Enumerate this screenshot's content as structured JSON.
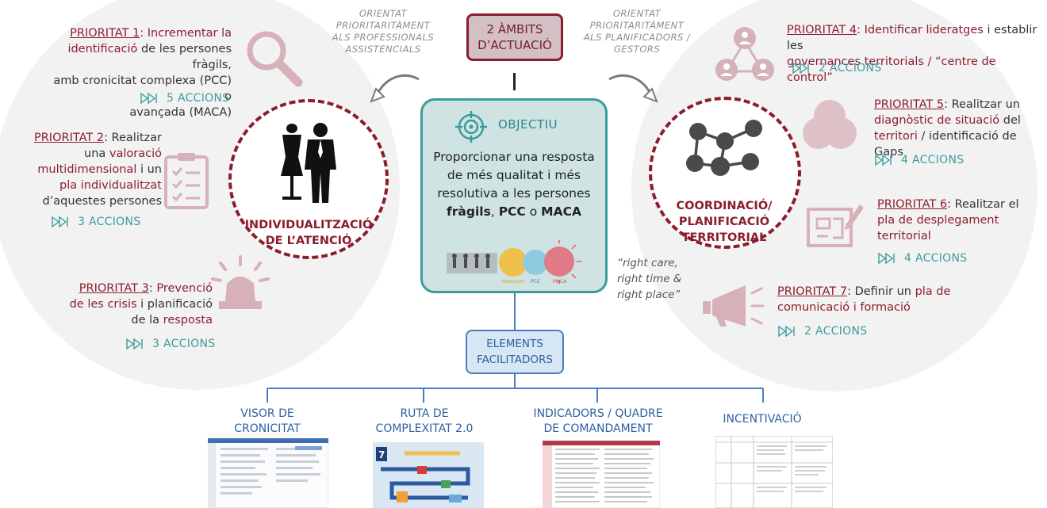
{
  "header": {
    "left_orientation": [
      "ORIENTAT",
      "PRIORITARITÀMENT",
      "ALS PROFESSIONALS",
      "ASSISTENCIALS"
    ],
    "center_box": [
      "2 ÀMBITS",
      "D’ACTUACIÓ"
    ],
    "right_orientation": [
      "ORIENTAT",
      "PRIORITARITÀMENT",
      "ALS PLANIFICADORS /",
      "GESTORS"
    ]
  },
  "objective": {
    "title": "OBJECTIU",
    "text_parts": [
      {
        "t": "Proporcionar una ",
        "b": false
      },
      {
        "t": "resposta de més qualitat i més resolutiva",
        "b": false
      },
      {
        "t": " a les persones ",
        "b": false
      },
      {
        "t": "fràgils",
        "b": true
      },
      {
        "t": ", ",
        "b": false
      },
      {
        "t": "PCC",
        "b": true
      },
      {
        "t": " o ",
        "b": false
      },
      {
        "t": "MACA",
        "b": true
      }
    ],
    "img_labels": {
      "a": "FRAGILITAT",
      "b": "PCC",
      "c": "MACA"
    }
  },
  "left_circle": {
    "label": [
      "INDIVIDUALITZACIÓ",
      "DE L’ATENCIÓ"
    ]
  },
  "right_circle": {
    "label": [
      "COORDINACIÓ/",
      "PLANIFICACIÓ",
      "TERRITORIAL"
    ]
  },
  "priorities": {
    "p1": {
      "head": "PRIORITAT 1",
      "lines": [
        [
          {
            "t": "PRIORITAT 1",
            "c": "head"
          },
          {
            "t": ": Incrementar la",
            "c": "hl"
          }
        ],
        [
          {
            "t": "identificació",
            "c": "hl"
          },
          {
            "t": " de les persones fràgils,",
            "c": ""
          }
        ],
        [
          {
            "t": "amb cronicitat complexa (PCC) o",
            "c": ""
          }
        ],
        [
          {
            "t": "avançada (MACA)",
            "c": ""
          }
        ]
      ],
      "actions": "5 ACCIONS"
    },
    "p2": {
      "lines": [
        [
          {
            "t": "PRIORITAT 2",
            "c": "head"
          },
          {
            "t": ": Realitzar",
            "c": ""
          }
        ],
        [
          {
            "t": "una ",
            "c": ""
          },
          {
            "t": "valoració",
            "c": "hl"
          }
        ],
        [
          {
            "t": "multidimensional",
            "c": "hl"
          },
          {
            "t": " i un",
            "c": ""
          }
        ],
        [
          {
            "t": "pla individualitzat",
            "c": "hl"
          }
        ],
        [
          {
            "t": "d’aquestes persones",
            "c": ""
          }
        ]
      ],
      "actions": "3 ACCIONS"
    },
    "p3": {
      "lines": [
        [
          {
            "t": "PRIORITAT 3",
            "c": "head"
          },
          {
            "t": ": Prevenció",
            "c": "hl"
          }
        ],
        [
          {
            "t": "de les crisis",
            "c": "hl"
          },
          {
            "t": " i planificació",
            "c": ""
          }
        ],
        [
          {
            "t": "de la ",
            "c": ""
          },
          {
            "t": "resposta",
            "c": "hl"
          }
        ]
      ],
      "actions": "3 ACCIONS"
    },
    "p4": {
      "lines": [
        [
          {
            "t": "PRIORITAT 4",
            "c": "head"
          },
          {
            "t": ": Identificar lideratges",
            "c": "hl"
          },
          {
            "t": " i establir les",
            "c": ""
          }
        ],
        [
          {
            "t": "governances territorials / “centre de control”",
            "c": "hl"
          }
        ]
      ],
      "actions": "2 ACCIONS"
    },
    "p5": {
      "lines": [
        [
          {
            "t": "PRIORITAT 5",
            "c": "head"
          },
          {
            "t": ": Realitzar un",
            "c": ""
          }
        ],
        [
          {
            "t": "diagnòstic de situació",
            "c": "hl"
          },
          {
            "t": " del",
            "c": ""
          }
        ],
        [
          {
            "t": "territori",
            "c": "hl"
          },
          {
            "t": " / identificació de Gaps",
            "c": ""
          }
        ]
      ],
      "actions": "4 ACCIONS"
    },
    "p6": {
      "lines": [
        [
          {
            "t": "PRIORITAT 6",
            "c": "head"
          },
          {
            "t": ": Realitzar el",
            "c": ""
          }
        ],
        [
          {
            "t": "pla de desplegament",
            "c": "hl"
          }
        ],
        [
          {
            "t": "territorial",
            "c": "hl"
          }
        ]
      ],
      "actions": "4 ACCIONS"
    },
    "p7": {
      "lines": [
        [
          {
            "t": "PRIORITAT 7",
            "c": "head"
          },
          {
            "t": ": Definir un ",
            "c": ""
          },
          {
            "t": "pla de",
            "c": "hl"
          }
        ],
        [
          {
            "t": "comunicació i formació",
            "c": "hl"
          }
        ]
      ],
      "actions": "2 ACCIONS"
    }
  },
  "quote": [
    "“right care,",
    "right time &",
    "right place”"
  ],
  "facilitators": {
    "title": [
      "ELEMENTS",
      "FACILITADORS"
    ],
    "items": [
      [
        "VISOR DE",
        "CRONICITAT"
      ],
      [
        "RUTA DE",
        "COMPLEXITAT 2.0"
      ],
      [
        "INDICADORS / QUADRE",
        "DE COMANDAMENT"
      ],
      [
        "INCENTIVACIÓ"
      ]
    ],
    "route_number": "7"
  },
  "colors": {
    "maroon": "#8b1d2e",
    "teal": "#3a9c9a",
    "blue": "#2f5fa3",
    "pink": "#d7b1b8"
  }
}
